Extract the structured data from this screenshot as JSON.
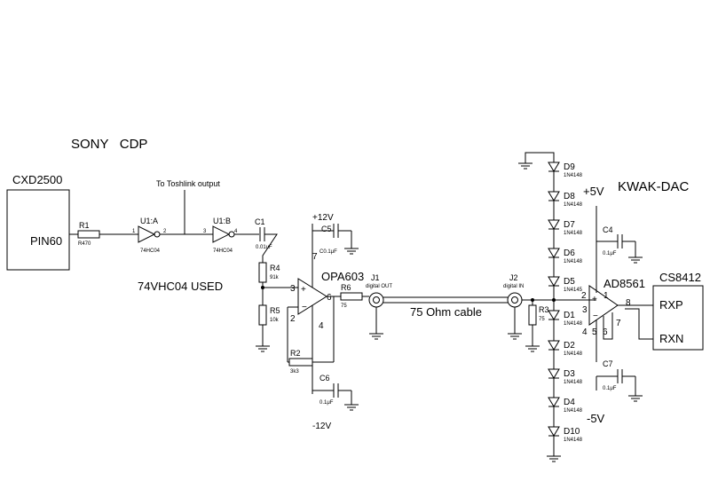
{
  "titles": {
    "source": "SONY   CDP",
    "dest": "KWAK-DAC",
    "cable": "75 Ohm cable",
    "used": "74VHC04 USED",
    "toslink": "To Toshlink output"
  },
  "rails": {
    "pos12": "+12V",
    "neg12": "-12V",
    "pos5": "+5V",
    "neg5": "-5V"
  },
  "chips": {
    "cxd_name": "CXD2500",
    "cxd_pin": "PIN60",
    "opamp": "OPA603",
    "comparator": "AD8561",
    "receiver": "CS8412",
    "rxp": "RXP",
    "rxn": "RXN"
  },
  "parts": {
    "r1": "R1",
    "r1v": "R470",
    "u1a": "U1:A",
    "u1av": "74HC04",
    "u1b": "U1:B",
    "u1bv": "74HC04",
    "c1": "C1",
    "c1v": "0.01uF",
    "r4": "R4",
    "r4v": "91k",
    "r5": "R5",
    "r5v": "10k",
    "r2": "R2",
    "r2v": "3k3",
    "r6": "R6",
    "r6v": "75",
    "r3": "R3",
    "r3v": "75",
    "c5": "C5",
    "c5v": "C0.1μF",
    "c6": "C6",
    "c6v": "0.1μF",
    "c4": "C4",
    "c4v": "0.1μF",
    "c7": "C7",
    "c7v": "0.1μF",
    "j1": "J1",
    "j1v": "digital OUT",
    "j2": "J2",
    "j2v": "digital IN"
  },
  "pins": {
    "u1a_in": "1",
    "u1a_out": "2",
    "u1b_in": "3",
    "u1b_out": "4",
    "op_p": "3",
    "op_n": "2",
    "op_v": "7",
    "op_o": "6",
    "op_g": "4",
    "ad_in": "3",
    "ad_v": "1",
    "ad_n": "2",
    "ad_o": "8",
    "ad_g1": "4",
    "ad_g2": "5",
    "ad_q": "6",
    "ad_x": "7"
  },
  "diodes": [
    {
      "label": "D9",
      "value": "1N4148"
    },
    {
      "label": "D8",
      "value": "1N4148"
    },
    {
      "label": "D7",
      "value": "1N4148"
    },
    {
      "label": "D6",
      "value": "1N4148"
    },
    {
      "label": "D5",
      "value": "1N4145"
    },
    {
      "label": "D1",
      "value": "1N4148"
    },
    {
      "label": "D2",
      "value": "1N4148"
    },
    {
      "label": "D3",
      "value": "1N4148"
    },
    {
      "label": "D4",
      "value": "1N4148"
    },
    {
      "label": "D10",
      "value": "1N4148"
    }
  ]
}
